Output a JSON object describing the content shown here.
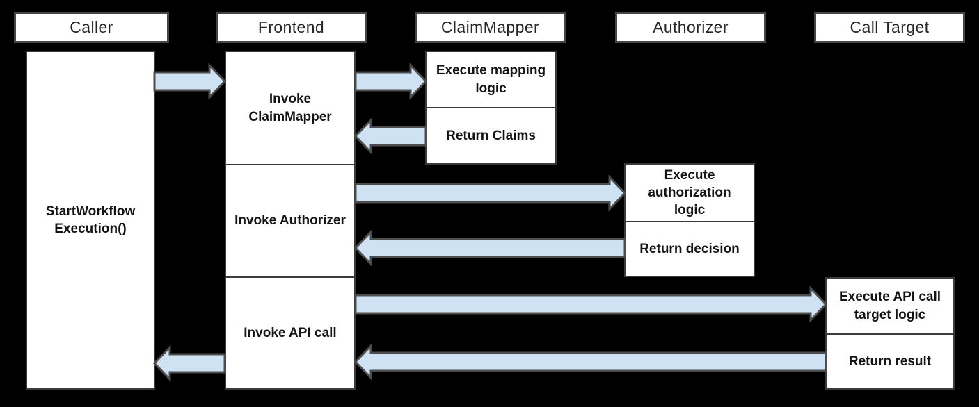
{
  "colors": {
    "background": "#000000",
    "box_fill": "#ffffff",
    "box_border": "#3b3b3b",
    "header_border": "#454545",
    "arrow_fill": "#cfe2f3",
    "arrow_stroke": "#4d4d4d",
    "text": "#1a1a1a"
  },
  "lanes": {
    "caller": "Caller",
    "frontend": "Frontend",
    "claimmapper": "ClaimMapper",
    "authorizer": "Authorizer",
    "call_target": "Call Target"
  },
  "caller": {
    "line1": "StartWorkflow",
    "line2": "Execution()"
  },
  "frontend": {
    "invoke_claimmapper": "Invoke ClaimMapper",
    "invoke_authorizer": "Invoke Authorizer",
    "invoke_api_call": "Invoke API call"
  },
  "claimmapper": {
    "execute": "Execute mapping logic",
    "return": "Return Claims"
  },
  "authorizer": {
    "execute": "Execute authorization logic",
    "return": "Return decision"
  },
  "call_target": {
    "execute": "Execute API call target logic",
    "return": "Return result"
  },
  "flows": [
    {
      "from": "Caller",
      "to": "Frontend"
    },
    {
      "from": "Frontend",
      "to": "ClaimMapper"
    },
    {
      "from": "ClaimMapper",
      "to": "Frontend"
    },
    {
      "from": "Frontend",
      "to": "Authorizer"
    },
    {
      "from": "Authorizer",
      "to": "Frontend"
    },
    {
      "from": "Frontend",
      "to": "Call Target"
    },
    {
      "from": "Call Target",
      "to": "Frontend"
    },
    {
      "from": "Frontend",
      "to": "Caller"
    }
  ]
}
